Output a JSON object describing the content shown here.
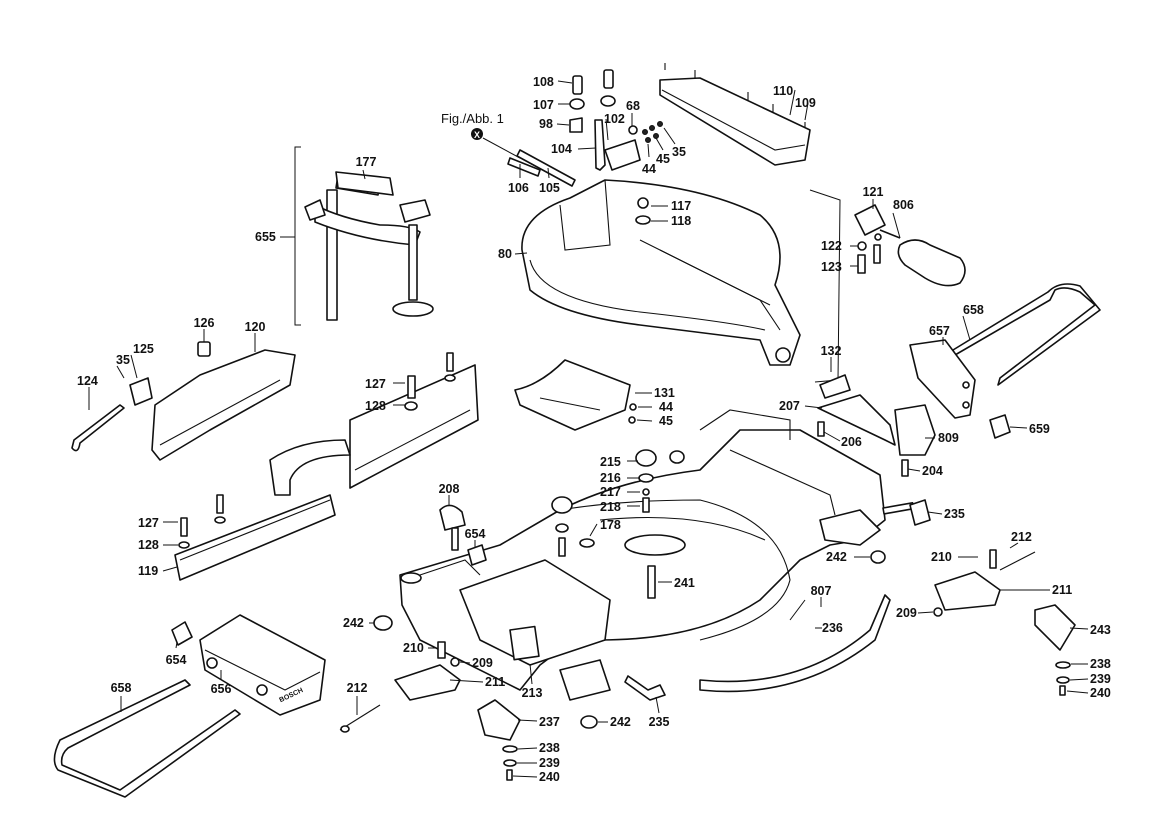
{
  "figure": {
    "fig_label": "Fig./Abb. 1",
    "fig_marker": "X",
    "decal_text": "BOSCH"
  },
  "parts": [
    {
      "id": "108",
      "text": "108"
    },
    {
      "id": "107",
      "text": "107"
    },
    {
      "id": "98",
      "text": "98"
    },
    {
      "id": "68",
      "text": "68"
    },
    {
      "id": "102",
      "text": "102"
    },
    {
      "id": "104",
      "text": "104"
    },
    {
      "id": "44a",
      "text": "44"
    },
    {
      "id": "45a",
      "text": "45"
    },
    {
      "id": "35a",
      "text": "35"
    },
    {
      "id": "110",
      "text": "110"
    },
    {
      "id": "109",
      "text": "109"
    },
    {
      "id": "106",
      "text": "106"
    },
    {
      "id": "105",
      "text": "105"
    },
    {
      "id": "117",
      "text": "117"
    },
    {
      "id": "118",
      "text": "118"
    },
    {
      "id": "80",
      "text": "80"
    },
    {
      "id": "177",
      "text": "177"
    },
    {
      "id": "655",
      "text": "655"
    },
    {
      "id": "121",
      "text": "121"
    },
    {
      "id": "806",
      "text": "806"
    },
    {
      "id": "122",
      "text": "122"
    },
    {
      "id": "123",
      "text": "123"
    },
    {
      "id": "658a",
      "text": "658"
    },
    {
      "id": "657",
      "text": "657"
    },
    {
      "id": "126",
      "text": "126"
    },
    {
      "id": "120",
      "text": "120"
    },
    {
      "id": "125",
      "text": "125"
    },
    {
      "id": "35b",
      "text": "35"
    },
    {
      "id": "124",
      "text": "124"
    },
    {
      "id": "127a",
      "text": "127"
    },
    {
      "id": "128a",
      "text": "128"
    },
    {
      "id": "132",
      "text": "132"
    },
    {
      "id": "131",
      "text": "131"
    },
    {
      "id": "44b",
      "text": "44"
    },
    {
      "id": "45b",
      "text": "45"
    },
    {
      "id": "207",
      "text": "207"
    },
    {
      "id": "206",
      "text": "206"
    },
    {
      "id": "809",
      "text": "809"
    },
    {
      "id": "659",
      "text": "659"
    },
    {
      "id": "204",
      "text": "204"
    },
    {
      "id": "215",
      "text": "215"
    },
    {
      "id": "216",
      "text": "216"
    },
    {
      "id": "217",
      "text": "217"
    },
    {
      "id": "218",
      "text": "218"
    },
    {
      "id": "178",
      "text": "178"
    },
    {
      "id": "208",
      "text": "208"
    },
    {
      "id": "654a",
      "text": "654"
    },
    {
      "id": "127b",
      "text": "127"
    },
    {
      "id": "128b",
      "text": "128"
    },
    {
      "id": "119",
      "text": "119"
    },
    {
      "id": "235a",
      "text": "235"
    },
    {
      "id": "212a",
      "text": "212"
    },
    {
      "id": "210a",
      "text": "210"
    },
    {
      "id": "242a",
      "text": "242"
    },
    {
      "id": "241",
      "text": "241"
    },
    {
      "id": "807",
      "text": "807"
    },
    {
      "id": "236",
      "text": "236"
    },
    {
      "id": "211a",
      "text": "211"
    },
    {
      "id": "209a",
      "text": "209"
    },
    {
      "id": "243",
      "text": "243"
    },
    {
      "id": "238a",
      "text": "238"
    },
    {
      "id": "239a",
      "text": "239"
    },
    {
      "id": "240a",
      "text": "240"
    },
    {
      "id": "242b",
      "text": "242"
    },
    {
      "id": "654b",
      "text": "654"
    },
    {
      "id": "210b",
      "text": "210"
    },
    {
      "id": "209b",
      "text": "209"
    },
    {
      "id": "658b",
      "text": "658"
    },
    {
      "id": "656",
      "text": "656"
    },
    {
      "id": "212b",
      "text": "212"
    },
    {
      "id": "211b",
      "text": "211"
    },
    {
      "id": "213",
      "text": "213"
    },
    {
      "id": "237",
      "text": "237"
    },
    {
      "id": "242c",
      "text": "242"
    },
    {
      "id": "235b",
      "text": "235"
    },
    {
      "id": "238b",
      "text": "238"
    },
    {
      "id": "239b",
      "text": "239"
    },
    {
      "id": "240b",
      "text": "240"
    }
  ]
}
